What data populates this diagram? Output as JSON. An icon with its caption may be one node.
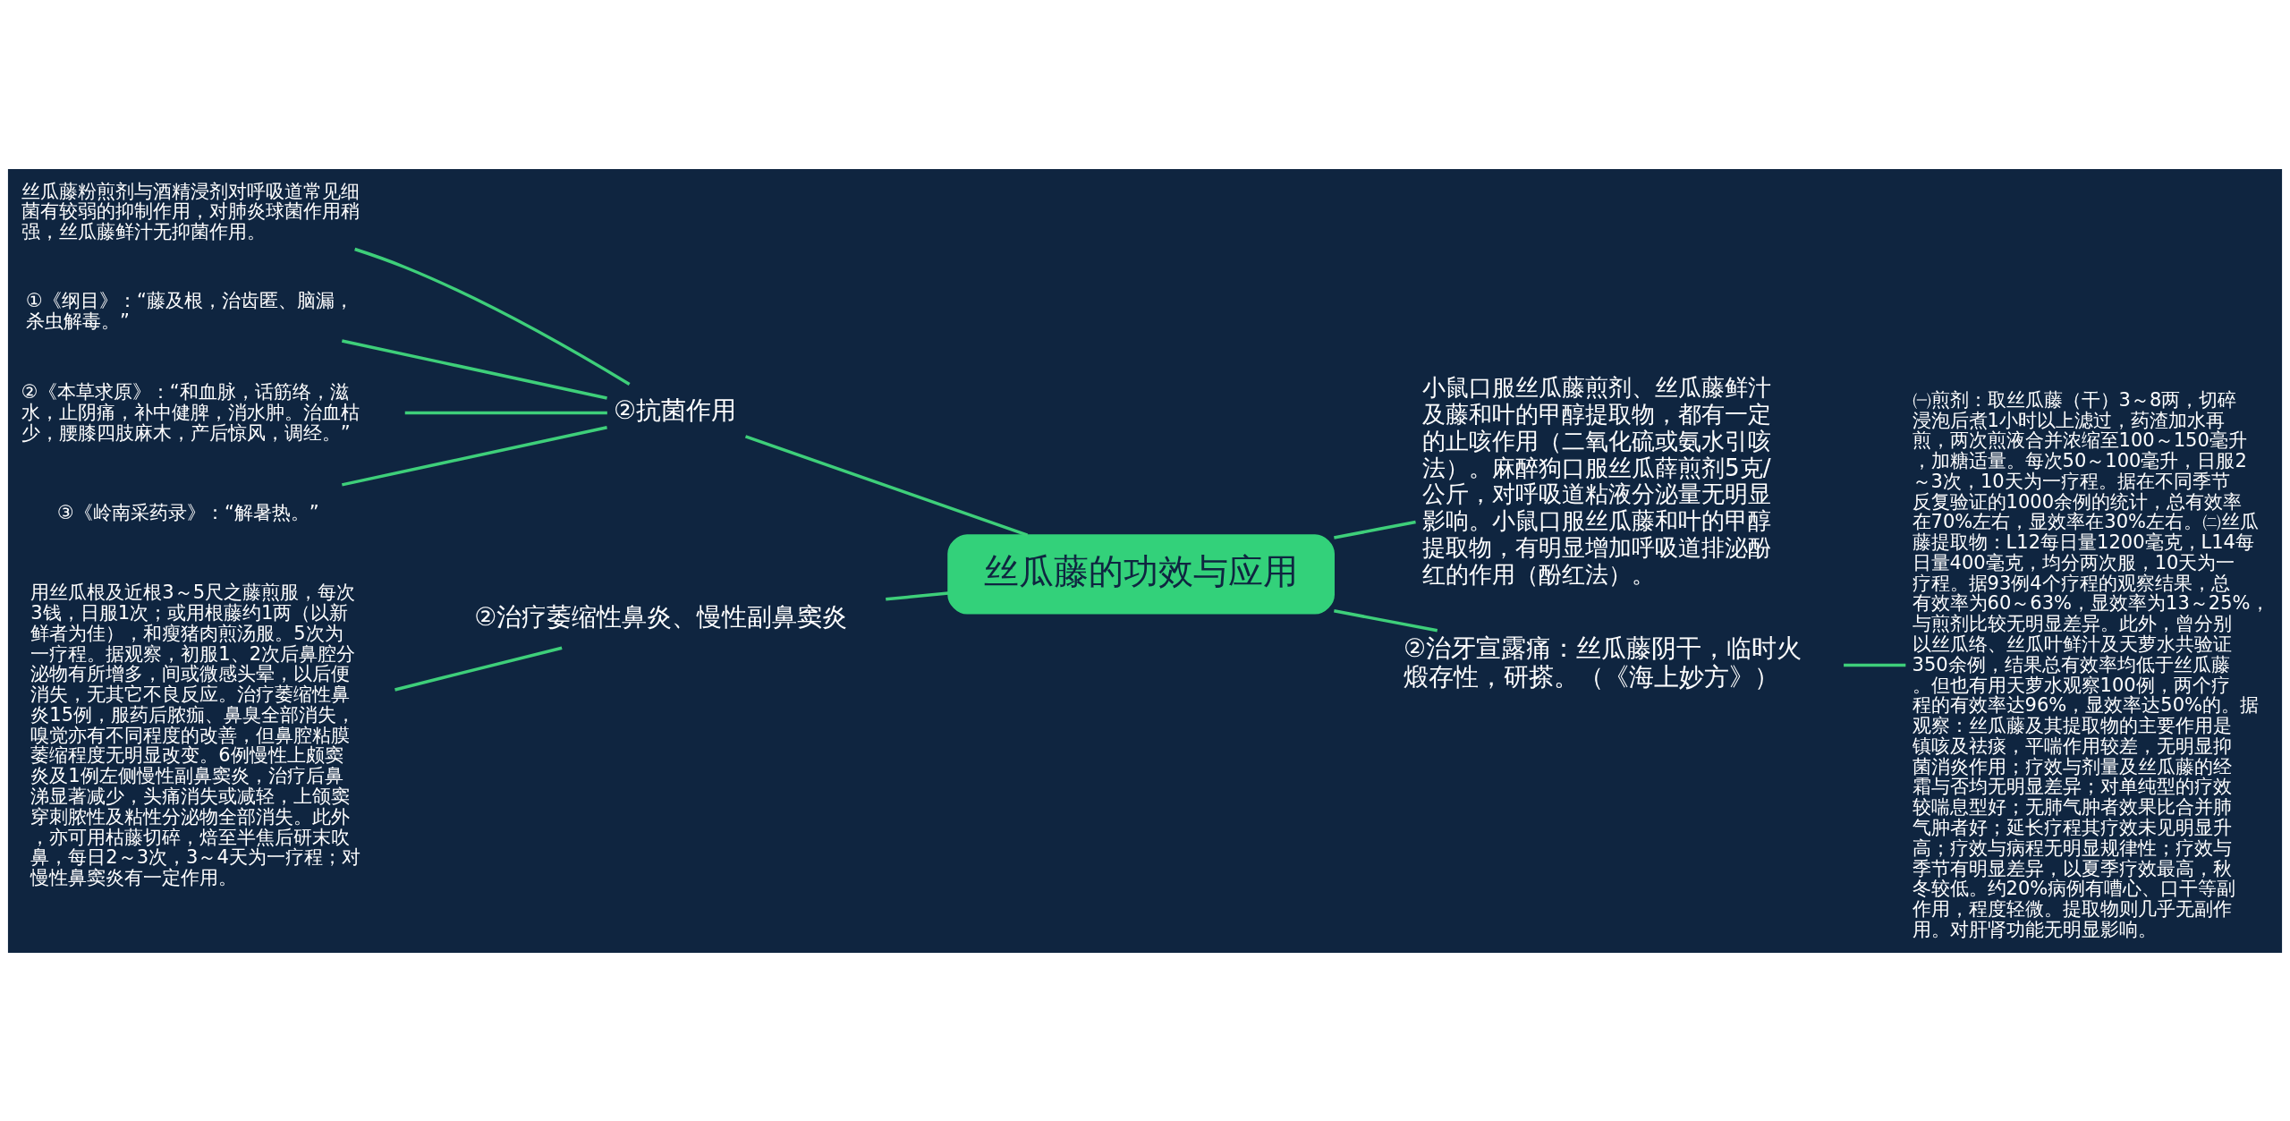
{
  "diagram": {
    "nodes": [
      {
        "text": [
          "丝瓜藤的功效与应用"
        ]
      },
      {
        "text": [
          "②抗菌作用"
        ]
      },
      {
        "text": [
          "丝瓜藤粉煎剂与酒精浸剂对呼吸道常见细菌有较弱的抑制作用，对肺炎球菌作用稍强，丝瓜藤鲜汁无抑菌作用。"
        ]
      },
      {
        "text": [
          "①《纲目》：“藤及根，治齿匿、脑漏，杀虫解毒。”"
        ]
      },
      {
        "text": [
          "②《本草求原》：“和血脉，话筋络，滋水，止阴痛，补中健脾，消水肿。治血枯少，腰膝四肢麻木，产后惊风，调经。”"
        ]
      },
      {
        "text": [
          "③《岭南采药录》：“解暑热。”"
        ]
      },
      {
        "text": [
          "②治疗萎缩性鼻炎、慢性副鼻窦炎"
        ]
      },
      {
        "text": [
          "用丝瓜根及近根3～5尺之藤煎服，每次3钱，日服1次；或用根藤约1两（以新鲜者为佳），和瘦猪肉煎汤服。5次为一疗程。据观察，初服1、2次后鼻腔分泌物有所增多，间或微感头晕，以后便消失，无其它不良反应。治疗萎缩性鼻炎15例，服药后脓痂、鼻臭全部消失，嗅觉亦有不同程度的改善，但鼻腔粘膜萎缩程度无明显改变。6例慢性上颇窦炎及1例左侧慢性副鼻窦炎，治疗后鼻涕显著减少，头痛消失或减轻，上颌窦穿刺脓性及粘性分泌物全部消失。此外，亦可用枯藤切碎，焙至半焦后研末吹鼻，每日2～3次，3～4天为一疗程；对慢性鼻窦炎有一定作用。"
        ]
      },
      {
        "text": [
          "小鼠口服丝瓜藤煎剂、丝瓜藤鲜汁及藤和叶的甲醇提取物，都有一定的止咳作用（二氧化硫或氨水引咳法）。麻醉狗口服丝瓜薛煎剂5克/公斤，对呼吸道粘液分泌量无明显影响。小鼠口服丝瓜藤和叶的甲醇提取物，有明显增加呼吸道排泌酚红的作用（酚红法）。"
        ]
      },
      {
        "text": [
          "②治牙宣露痛：丝瓜藤阴干，临时火煅存性，研搽。（《海上妙方》）"
        ]
      },
      {
        "text": [
          "㈠煎剂：取丝瓜藤（干）3～8两，切碎浸泡后煮1小时以上滤过，药渣加水再煎，两次煎液合并浓缩至100～150毫升，加糖适量。每次50～100毫升，日服2～3次，10天为一疗程。据在不同季节反复验证的1000余例的统计，总有效率在70%左右，显效率在30%左右。㈡丝瓜藤提取物：L12每日量1200毫克，L14每日量400毫克，均分两次服，10天为一疗程。据93例4个疗程的观察结果，总有效率为60～63%，显效率为13～25%，与煎剂比较无明显差异。此外，曾分别以丝瓜络、丝瓜叶鲜汁及天萝水共验证350余例，结果总有效率均低于丝瓜藤。但也有用天萝水观察100例，两个疗程的有效率达96%，显效率达50%的。据观察：丝瓜藤及其提取物的主要作用是镇咳及祛痰，平喘作用较差，无明显抑菌消炎作用；疗效与剂量及丝瓜藤的经霜与否均无明显差异；对单纯型的疗效较喘息型好；无肺气肿者效果比合并肺气肿者好；延长疗程其疗效未见明显升高；疗效与病程无明显规律性；疗效与季节有明显差异，以夏季疗效最高，秋冬较低。约20%病例有嘈心、口干等副作用，程度轻微。提取物则几乎无副作用。对肝肾功能无明显影响。"
        ]
      }
    ],
    "edges": [
      {
        "from": 0,
        "to": 1,
        "arrow": "none"
      },
      {
        "from": 1,
        "to": 2,
        "arrow": "none"
      },
      {
        "from": 1,
        "to": 3,
        "arrow": "none"
      },
      {
        "from": 1,
        "to": 4,
        "arrow": "none"
      },
      {
        "from": 1,
        "to": 5,
        "arrow": "none"
      },
      {
        "from": 0,
        "to": 6,
        "arrow": "none"
      },
      {
        "from": 6,
        "to": 7,
        "arrow": "none"
      },
      {
        "from": 0,
        "to": 8,
        "arrow": "none"
      },
      {
        "from": 0,
        "to": 9,
        "arrow": "none"
      },
      {
        "from": 9,
        "to": 10,
        "arrow": "none"
      }
    ]
  }
}
